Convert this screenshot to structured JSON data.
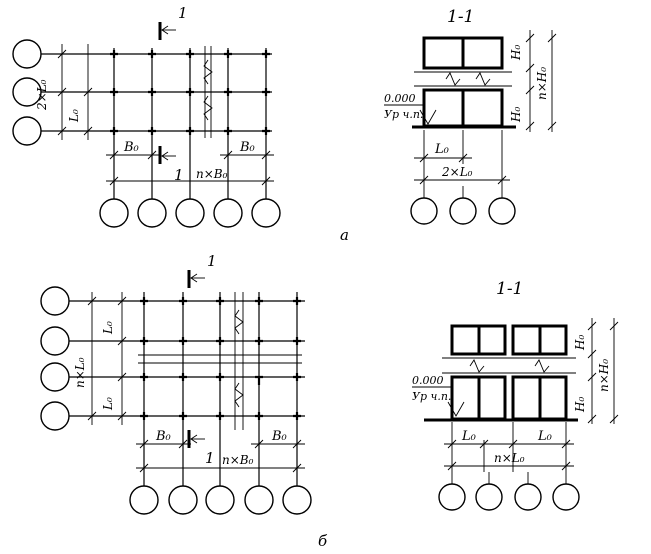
{
  "panel_a": {
    "caption": "а",
    "plan": {
      "section_mark": "1",
      "section_mark_bottom": "1",
      "dim_2L": "2×L₀",
      "dim_L": "L₀",
      "dim_B_left": "B₀",
      "dim_B_right": "B₀",
      "dim_nB": "n×B₀"
    },
    "section": {
      "title": "1-1",
      "dim_H_top": "H₀",
      "dim_H_bottom": "H₀",
      "dim_nH": "n×H₀",
      "level_value": "0.000",
      "level_label": "Ур ч.п.",
      "dim_L": "L₀",
      "dim_2L": "2×L₀"
    }
  },
  "panel_b": {
    "caption": "б",
    "plan": {
      "section_mark": "1",
      "section_mark_bottom": "1",
      "dim_L_top": "L₀",
      "dim_nL": "n×L₀",
      "dim_L_bottom": "L₀",
      "dim_B_left": "B₀",
      "dim_B_right": "B₀",
      "dim_nB": "n×B₀"
    },
    "section": {
      "title": "1-1",
      "dim_H_top": "H₀",
      "dim_H_bottom": "H₀",
      "dim_nH": "n×H₀",
      "level_value": "0.000",
      "level_label": "Ур ч.п.",
      "dim_L_left": "L₀",
      "dim_L_right": "L₀",
      "dim_nL": "n×L₀"
    }
  }
}
